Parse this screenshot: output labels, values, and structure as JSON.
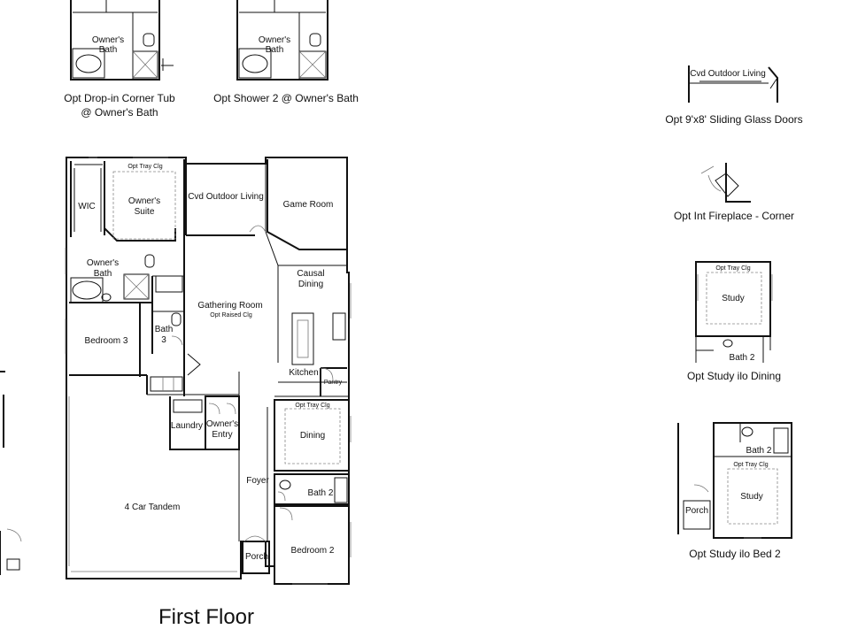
{
  "first_floor": {
    "title": "First Floor",
    "rooms": {
      "wic": "WIC",
      "owners_suite_1": "Owner's",
      "owners_suite_2": "Suite",
      "owners_suite_note": "Opt Tray Clg",
      "owners_bath_1": "Owner's",
      "owners_bath_2": "Bath",
      "cvd_outdoor": "Cvd Outdoor Living",
      "game_room": "Game Room",
      "causal_dining_1": "Causal",
      "causal_dining_2": "Dining",
      "gathering_1": "Gathering Room",
      "gathering_note": "Opt Raised Clg",
      "bedroom3": "Bedroom 3",
      "bath3_1": "Bath",
      "bath3_2": "3",
      "kitchen": "Kitchen",
      "pantry": "Pantry",
      "laundry": "Laundry",
      "owners_entry_1": "Owner's",
      "owners_entry_2": "Entry",
      "dining": "Dining",
      "dining_note": "Opt Tray Clg",
      "foyer": "Foyer",
      "bath2": "Bath 2",
      "garage": "4 Car Tandem",
      "porch": "Porch",
      "bedroom2": "Bedroom 2"
    }
  },
  "options": {
    "drop_in_tub": {
      "label_1": "Owner's",
      "label_2": "Bath",
      "caption_1": "Opt Drop-in Corner Tub",
      "caption_2": "@ Owner's Bath"
    },
    "shower2": {
      "label_1": "Owner's",
      "label_2": "Bath",
      "caption": "Opt Shower 2 @ Owner's Bath"
    },
    "sliding_doors": {
      "label": "Cvd Outdoor Living",
      "caption": "Opt 9'x8' Sliding Glass Doors"
    },
    "fireplace": {
      "caption": "Opt Int Fireplace - Corner"
    },
    "study_dining": {
      "note": "Opt Tray Clg",
      "study": "Study",
      "bath": "Bath 2",
      "caption": "Opt Study ilo Dining"
    },
    "study_bed2": {
      "bath": "Bath 2",
      "note": "Opt Tray Clg",
      "study": "Study",
      "porch": "Porch",
      "caption": "Opt Study ilo Bed 2"
    }
  }
}
